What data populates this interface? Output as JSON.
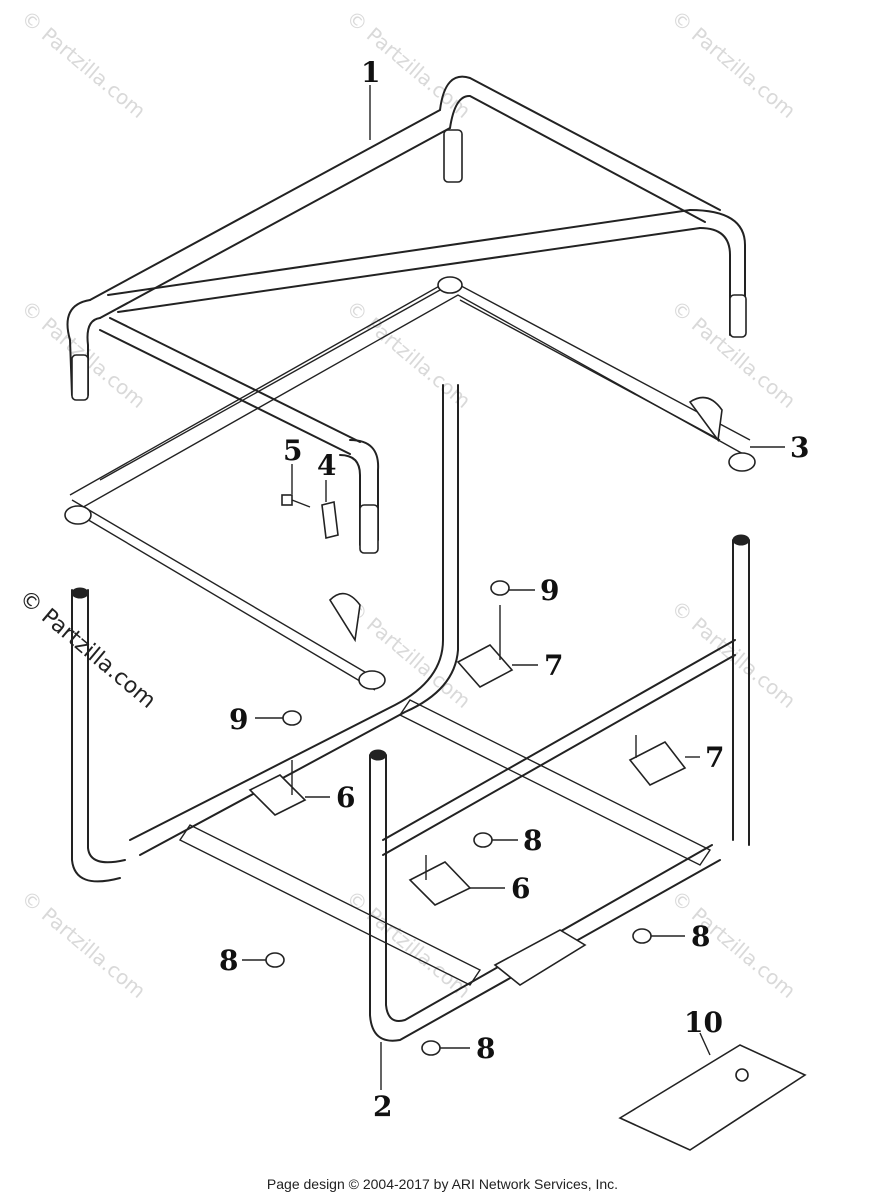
{
  "watermark": {
    "text": "© Partzilla.com"
  },
  "callouts": [
    {
      "id": "c1",
      "label": "1"
    },
    {
      "id": "c2",
      "label": "2"
    },
    {
      "id": "c3",
      "label": "3"
    },
    {
      "id": "c4",
      "label": "4"
    },
    {
      "id": "c5",
      "label": "5"
    },
    {
      "id": "c6a",
      "label": "6"
    },
    {
      "id": "c6b",
      "label": "6"
    },
    {
      "id": "c7a",
      "label": "7"
    },
    {
      "id": "c7b",
      "label": "7"
    },
    {
      "id": "c8a",
      "label": "8"
    },
    {
      "id": "c8b",
      "label": "8"
    },
    {
      "id": "c8c",
      "label": "8"
    },
    {
      "id": "c8d",
      "label": "8"
    },
    {
      "id": "c9a",
      "label": "9"
    },
    {
      "id": "c9b",
      "label": "9"
    },
    {
      "id": "c10",
      "label": "10"
    }
  ],
  "footer": {
    "text": "Page design © 2004-2017 by ARI Network Services, Inc."
  }
}
